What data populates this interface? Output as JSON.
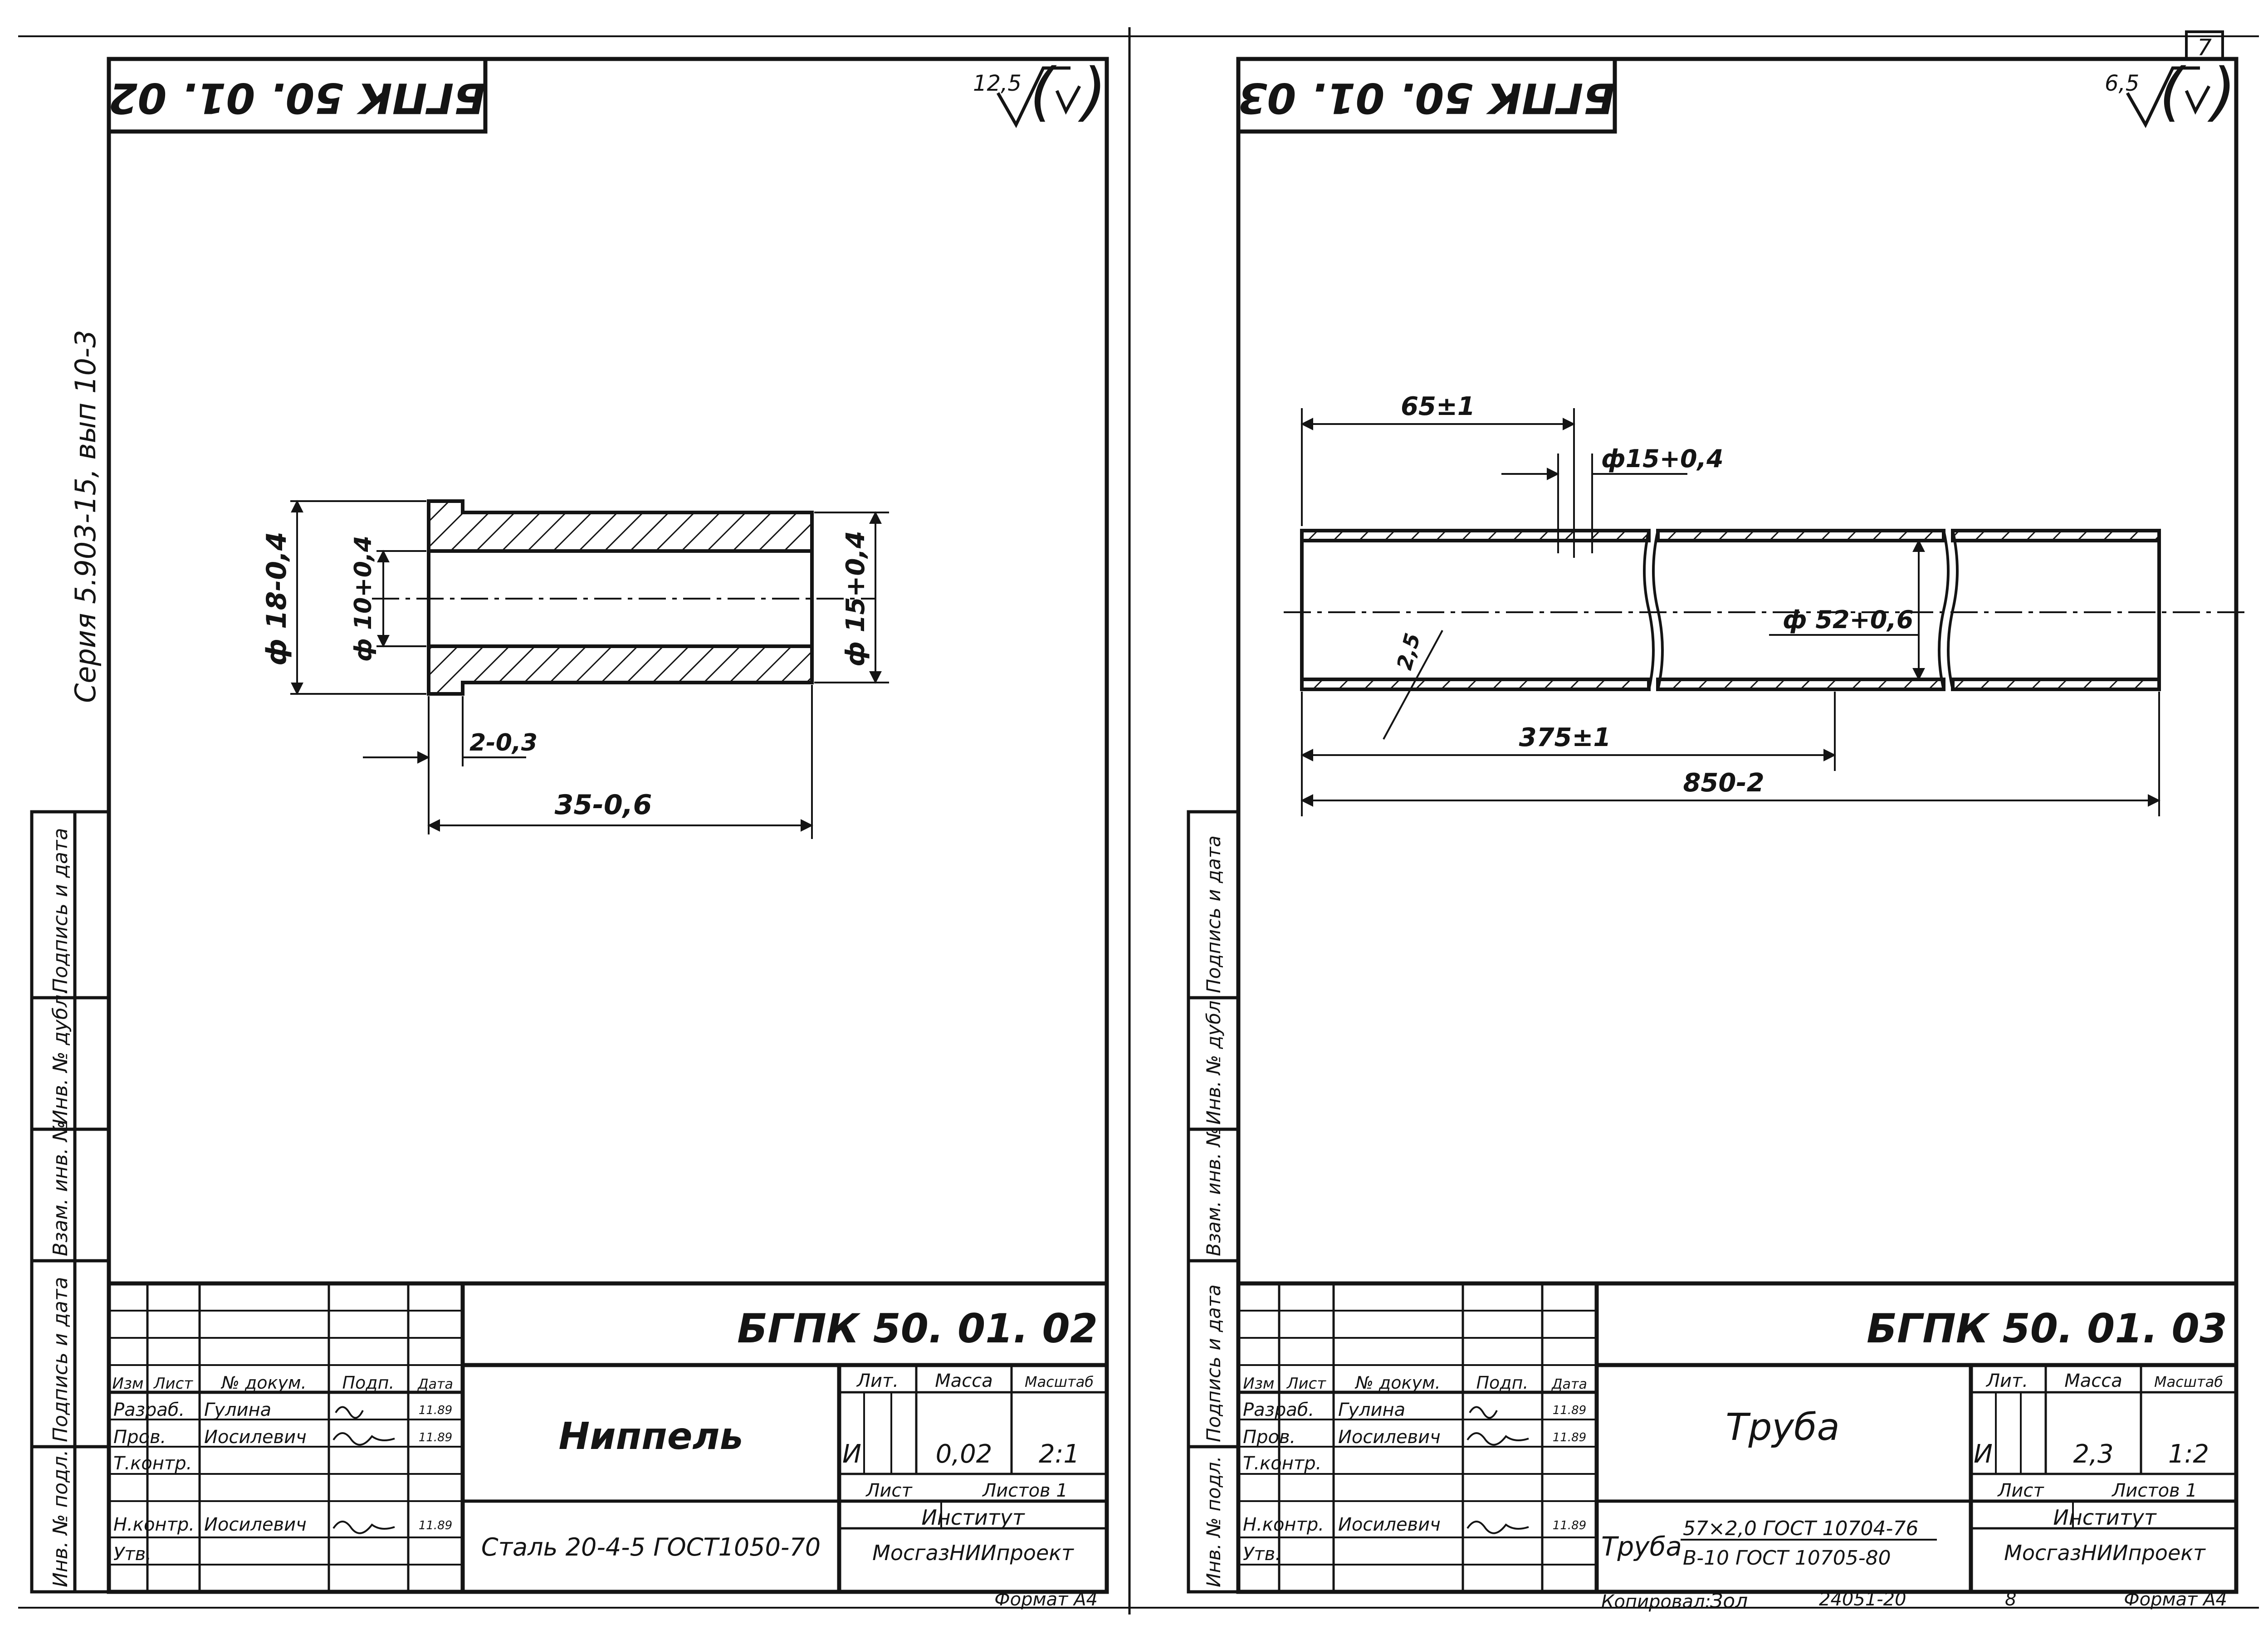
{
  "page": {
    "number": "7",
    "series_note": "Серия 5.903-15, вып 10-3"
  },
  "side_stamp": [
    "Инв. № подл.",
    "Подпись и дата",
    "Взам. инв. №",
    "Инв. № дубл.",
    "Подпись и дата"
  ],
  "left_sheet": {
    "mirrored_code": "БГПК 50. 01. 02",
    "roughness": "12,5",
    "drawing": {
      "dim_outer_dia": "ф 18-0,4",
      "dim_inner_dia": "ф 10+0,4",
      "dim_right_dia": "ф 15+0,4",
      "dim_step": "2-0,3",
      "dim_length": "35-0,6"
    },
    "title_block": {
      "code": "БГПК 50. 01. 02",
      "name": "Ниппель",
      "headers": [
        "Изм",
        "Лист",
        "№ докум.",
        "Подп.",
        "Дата"
      ],
      "rows": [
        {
          "role": "Разраб.",
          "name": "Гулина",
          "date": "11.89"
        },
        {
          "role": "Пров.",
          "name": "Иосилевич",
          "date": "11.89"
        },
        {
          "role": "Т.контр.",
          "name": "",
          "date": ""
        },
        {
          "role": "Н.контр.",
          "name": "Иосилевич",
          "date": "11.89"
        },
        {
          "role": "Утв.",
          "name": "",
          "date": ""
        }
      ],
      "material": "Сталь 20-4-5 ГОСТ1050-70",
      "lit_label": "Лит.",
      "mass_label": "Масса",
      "scale_label": "Масштаб",
      "lit_value": "И",
      "mass_value": "0,02",
      "scale_value": "2:1",
      "sheet_label": "Лист",
      "sheets_label": "Листов 1",
      "org_line1": "Институт",
      "org_line2": "МосгазНИИпроект",
      "format": "Формат А4"
    }
  },
  "right_sheet": {
    "mirrored_code": "БГПК 50. 01. 03",
    "roughness": "6,5",
    "drawing": {
      "dim_65": "65±1",
      "dim_hole": "ф15+0,4",
      "dim_dia": "ф 52+0,6",
      "dim_wall": "2,5",
      "dim_375": "375±1",
      "dim_850": "850-2"
    },
    "title_block": {
      "code": "БГПК 50. 01. 03",
      "name": "Труба",
      "headers": [
        "Изм",
        "Лист",
        "№ докум.",
        "Подп.",
        "Дата"
      ],
      "rows": [
        {
          "role": "Разраб.",
          "name": "Гулина",
          "date": "11.89"
        },
        {
          "role": "Пров.",
          "name": "Иосилевич",
          "date": "11.89"
        },
        {
          "role": "Т.контр.",
          "name": "",
          "date": ""
        },
        {
          "role": "Н.контр.",
          "name": "Иосилевич",
          "date": "11.89"
        },
        {
          "role": "Утв.",
          "name": "",
          "date": ""
        }
      ],
      "material_prefix": "Труба",
      "material_line1": "57×2,0 ГОСТ 10704-76",
      "material_line2": "В-10 ГОСТ 10705-80",
      "lit_label": "Лит.",
      "mass_label": "Масса",
      "scale_label": "Масштаб",
      "lit_value": "И",
      "mass_value": "2,3",
      "scale_value": "1:2",
      "sheet_label": "Лист",
      "sheets_label": "Листов 1",
      "org_line1": "Институт",
      "org_line2": "МосгазНИИпроект",
      "format": "Формат А4"
    },
    "footer": {
      "copied_label": "Копировал:",
      "copied_sign": "Зол",
      "inv_number": "24051-20",
      "sheet": "8"
    }
  }
}
